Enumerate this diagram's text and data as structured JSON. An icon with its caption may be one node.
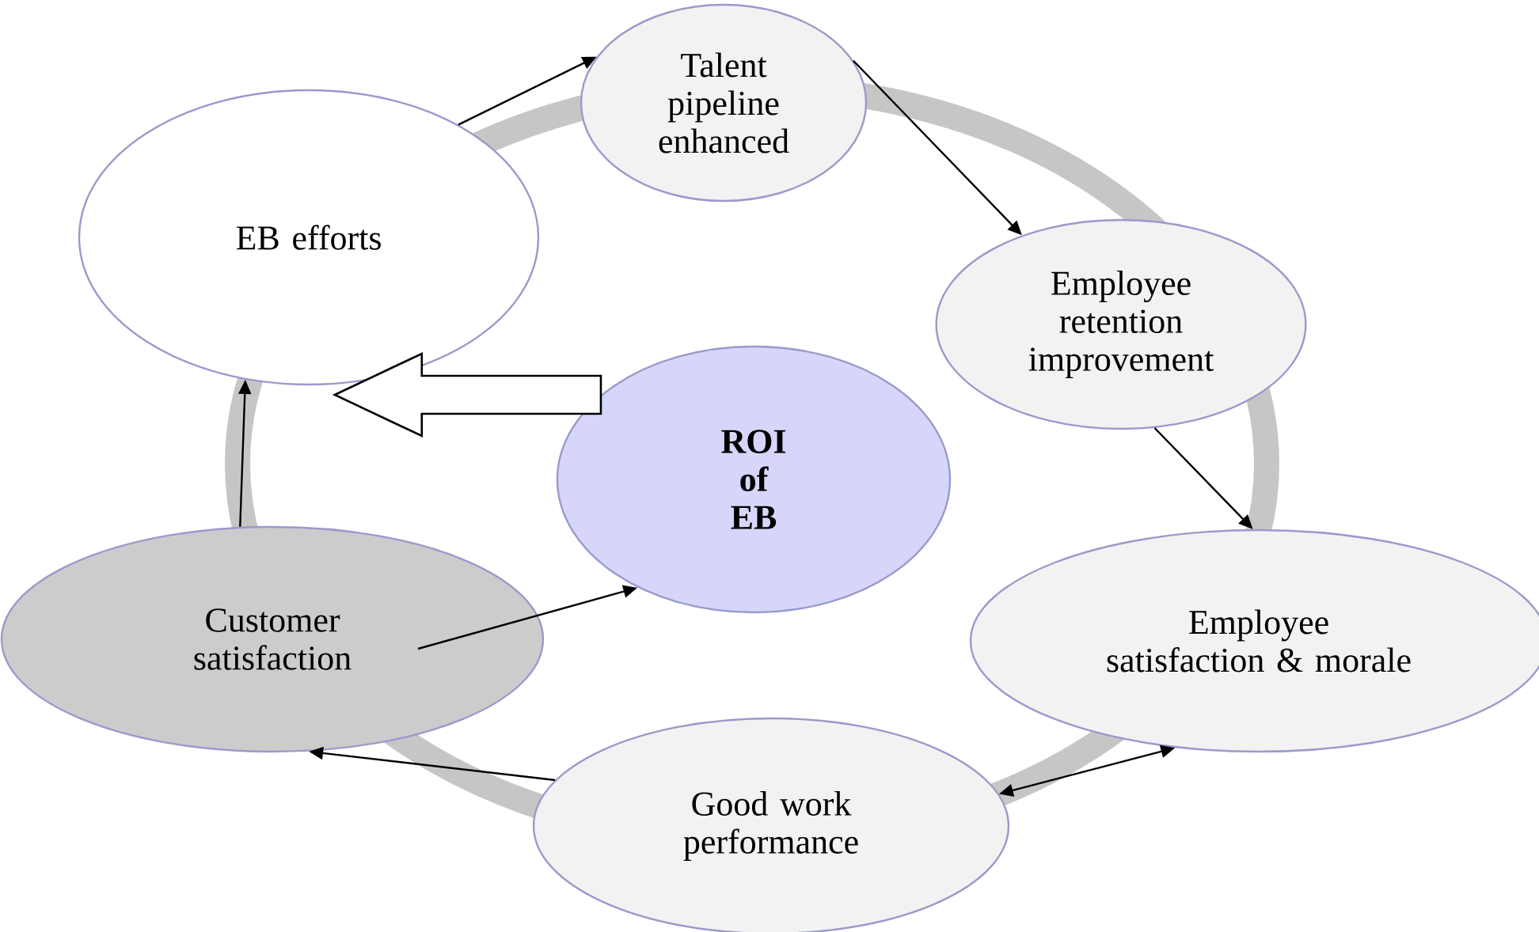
{
  "diagram": {
    "nodes": [
      {
        "text": [
          "EB efforts"
        ]
      },
      {
        "text": [
          "Talent pipeline enhanced"
        ]
      },
      {
        "text": [
          "Employee retention improvement"
        ]
      },
      {
        "text": [
          "**ROI** **of** **EB**"
        ]
      },
      {
        "text": [
          "Customer satisfaction"
        ]
      },
      {
        "text": [
          "Employee satisfaction & morale"
        ]
      },
      {
        "text": [
          "Good work performance"
        ]
      }
    ],
    "edges": [
      {
        "from": 0,
        "to": 1,
        "arrow": "to"
      },
      {
        "from": 1,
        "to": 2,
        "arrow": "to"
      },
      {
        "from": 2,
        "to": 5,
        "arrow": "to"
      },
      {
        "from": 5,
        "to": 6,
        "arrow": "both"
      },
      {
        "from": 6,
        "to": 4,
        "arrow": "to"
      },
      {
        "from": 4,
        "to": 0,
        "arrow": "to"
      },
      {
        "from": 4,
        "to": 3,
        "arrow": "to"
      },
      {
        "from": 3,
        "to": 0,
        "arrow": "to",
        "style": "thick"
      }
    ]
  }
}
